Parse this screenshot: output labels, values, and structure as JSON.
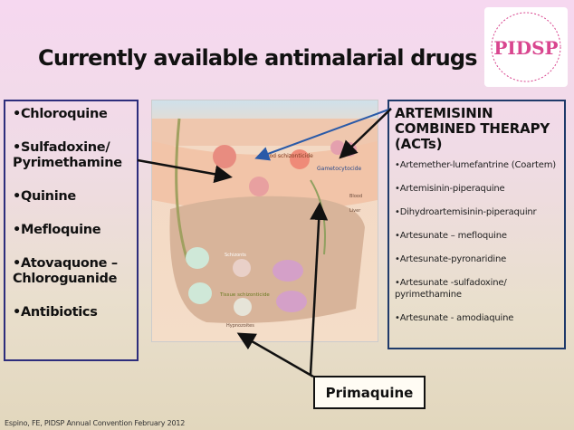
{
  "title": "Currently available antimalarial drugs",
  "logo_text": "PIDSP",
  "left_drugs": [
    "•Chloroquine",
    "•Sulfadoxine/ Pyrimethamine",
    "•Quinine",
    "•Mefloquine",
    "•Atovaquone – Chloroguanide",
    "•Antibiotics"
  ],
  "act": {
    "heading": "ARTEMISININ COMBINED THERAPY (ACTs)",
    "items": [
      "•Artemether-lumefantrine (Coartem)",
      "•Artemisinin-piperaquine",
      "•Dihydroartemisinin-piperaquinr",
      "•Artesunate – mefloquine",
      "•Artesunate-pyronaridine",
      "•Artesunate -sulfadoxine/ pyrimethamine",
      "•Artesunate - amodiaquine"
    ]
  },
  "diagram": {
    "blood_schizonticide": "Blood schizonticide",
    "gametocytocide": "Gametocytocide",
    "blood": "Blood",
    "liver": "Liver",
    "schizonts": "Schizonts",
    "tissue_schizonticide": "Tissue schizonticide",
    "hypnozoites": "Hypnozoites"
  },
  "primaquine": "Primaquine",
  "footer": "Espino, FE, PIDSP Annual Convention February 2012"
}
